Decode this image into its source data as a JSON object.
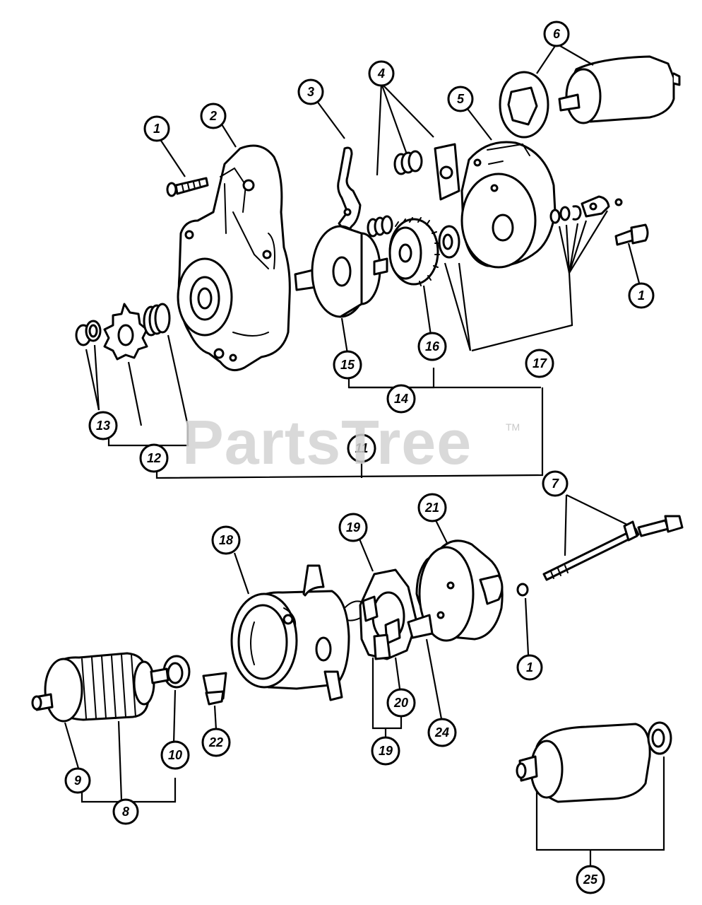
{
  "watermark": {
    "text": "PartsTree",
    "trademark": "TM",
    "color": "#d3d3d3"
  },
  "colors": {
    "ink": "#000000",
    "paper": "#ffffff"
  },
  "callouts": [
    {
      "id": "c1a",
      "label": "1"
    },
    {
      "id": "c2",
      "label": "2"
    },
    {
      "id": "c3",
      "label": "3"
    },
    {
      "id": "c4",
      "label": "4"
    },
    {
      "id": "c5",
      "label": "5"
    },
    {
      "id": "c6",
      "label": "6"
    },
    {
      "id": "c1b",
      "label": "1"
    },
    {
      "id": "c13",
      "label": "13"
    },
    {
      "id": "c12",
      "label": "12"
    },
    {
      "id": "c11",
      "label": "11"
    },
    {
      "id": "c15",
      "label": "15"
    },
    {
      "id": "c16",
      "label": "16"
    },
    {
      "id": "c14",
      "label": "14"
    },
    {
      "id": "c17",
      "label": "17"
    },
    {
      "id": "c7",
      "label": "7"
    },
    {
      "id": "c18",
      "label": "18"
    },
    {
      "id": "c19a",
      "label": "19"
    },
    {
      "id": "c21",
      "label": "21"
    },
    {
      "id": "c1c",
      "label": "1"
    },
    {
      "id": "c9",
      "label": "9"
    },
    {
      "id": "c8",
      "label": "8"
    },
    {
      "id": "c10",
      "label": "10"
    },
    {
      "id": "c22",
      "label": "22"
    },
    {
      "id": "c20",
      "label": "20"
    },
    {
      "id": "c19b",
      "label": "19"
    },
    {
      "id": "c24",
      "label": "24"
    },
    {
      "id": "c25",
      "label": "25"
    }
  ]
}
